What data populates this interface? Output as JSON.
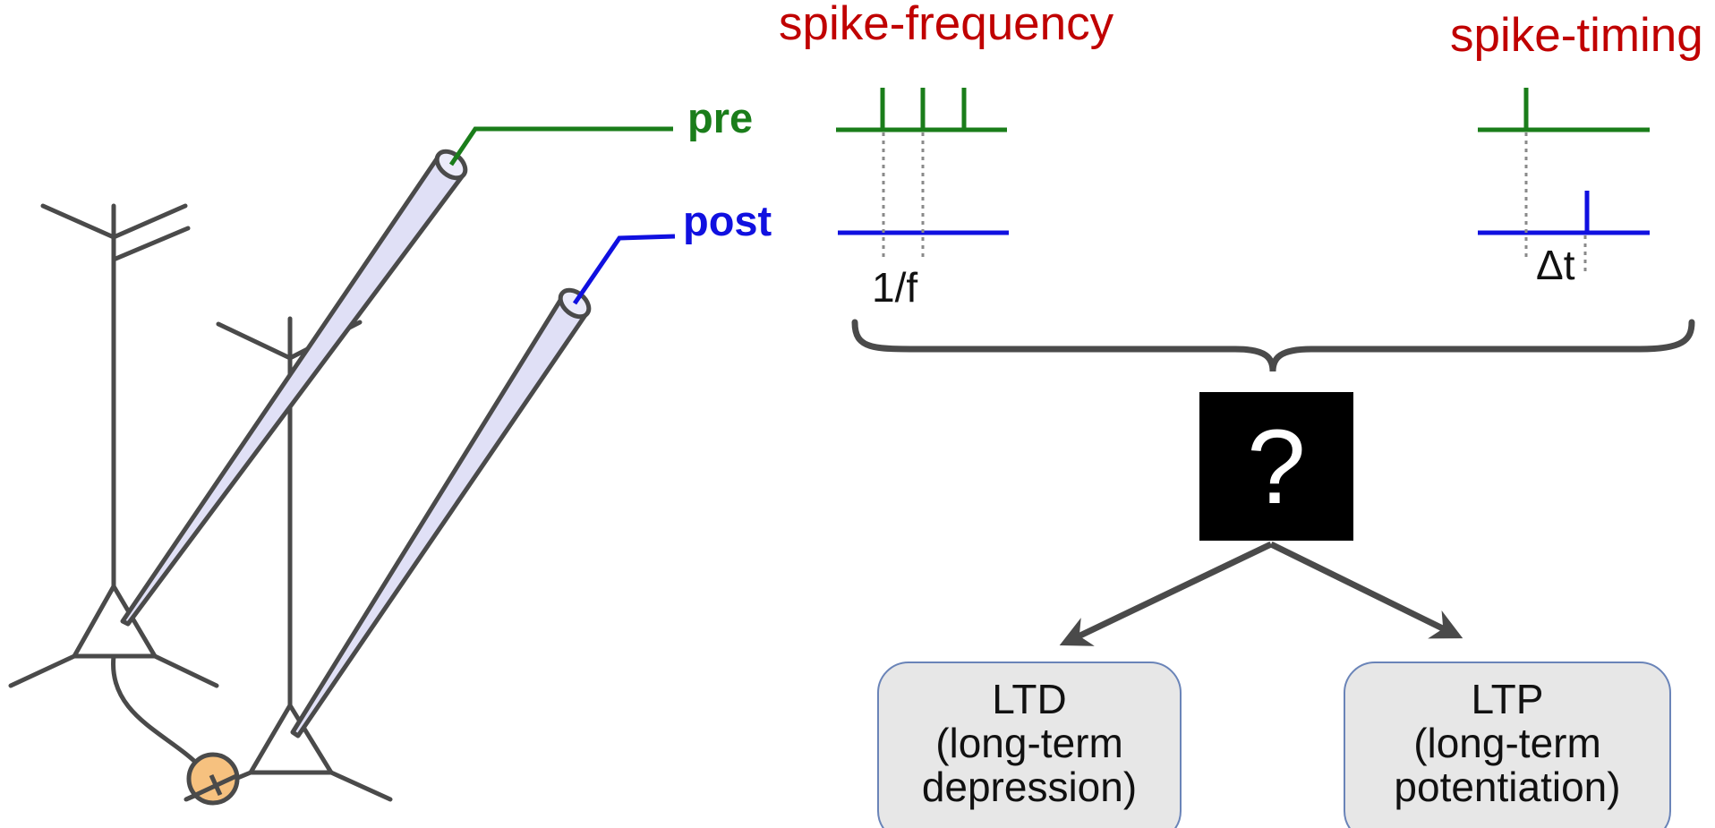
{
  "probes": {
    "pre_label": "pre",
    "post_label": "post",
    "pre_color": "#1a7d1a",
    "post_color": "#1010e0"
  },
  "protocols": {
    "frequency_title": "spike-frequency",
    "timing_title": "spike-timing",
    "frequency_interval": "1/f",
    "timing_interval": "Δt",
    "title_color": "#c00000"
  },
  "rule_box": {
    "symbol": "?"
  },
  "outcomes": {
    "ltd": {
      "line1": "LTD",
      "line2": "(long-term",
      "line3": "depression)"
    },
    "ltp": {
      "line1": "LTP",
      "line2": "(long-term",
      "line3": "potentiation)"
    }
  }
}
